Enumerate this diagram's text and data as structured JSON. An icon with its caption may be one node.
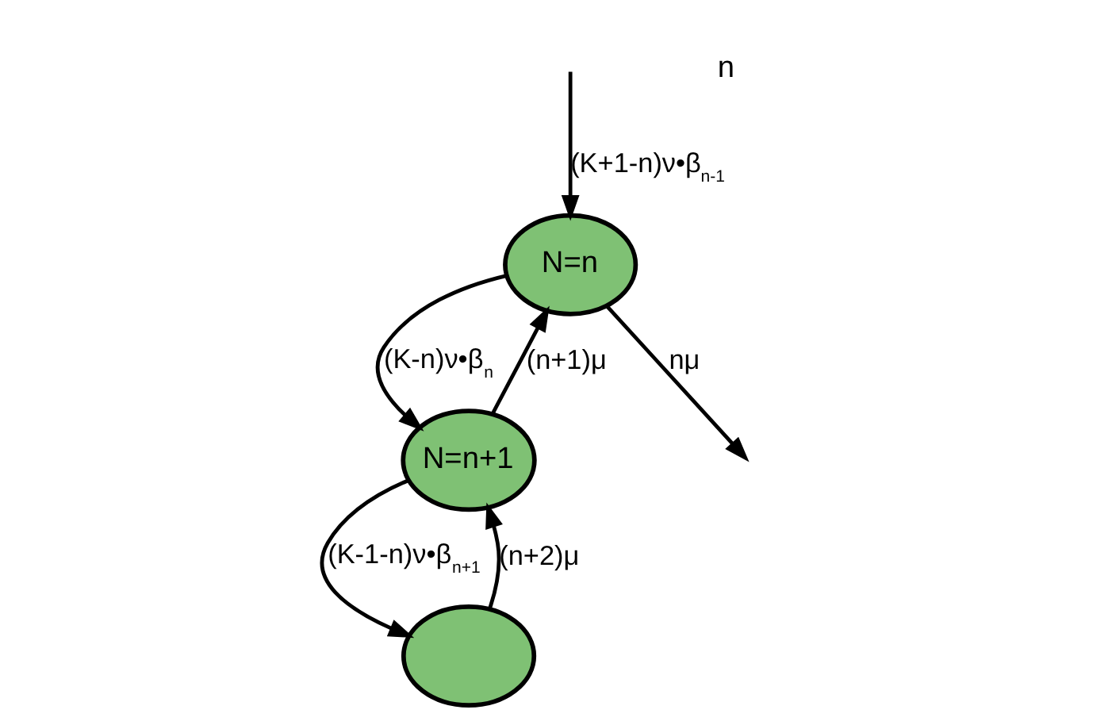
{
  "diagram": {
    "nodes": [
      {
        "text": [
          "N=n"
        ]
      },
      {
        "text": [
          "N=n+1"
        ]
      },
      {
        "text": [],
        "shape": "circle"
      }
    ],
    "edges": [
      {
        "from": 0,
        "to": null,
        "arrow": "to",
        "label": "nμ"
      },
      {
        "from": null,
        "to": 0,
        "arrow": "to",
        "label": "(K+1-n)ν•β$_{n-1}$"
      },
      {
        "from": 1,
        "to": 0,
        "arrow": "to",
        "label": "(n+1)μ"
      },
      {
        "from": 0,
        "to": 1,
        "arrow": "to",
        "label": "(K-n)ν•β$_{n}$"
      },
      {
        "from": 2,
        "to": 1,
        "arrow": "to",
        "label": "(n+2)μ"
      },
      {
        "from": 1,
        "to": 2,
        "arrow": "to",
        "label": "(K-1-n)ν•β$_{n+1}$"
      }
    ],
    "labels": [
      "n"
    ]
  }
}
